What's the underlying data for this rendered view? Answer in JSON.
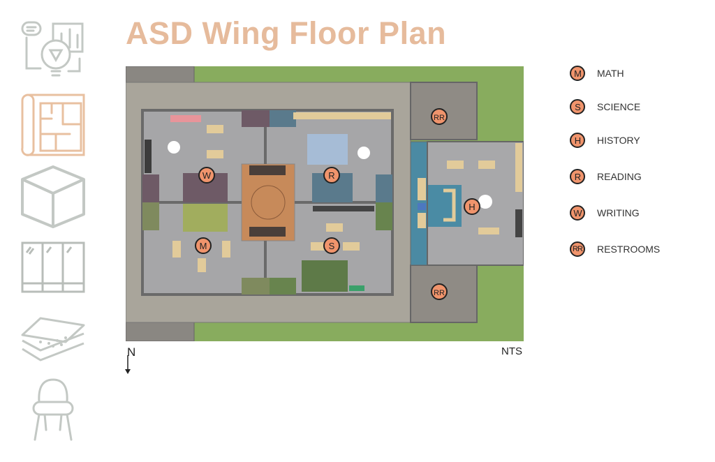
{
  "title": "ASD Wing Floor Plan",
  "scale_note": "NTS",
  "north_label": "N",
  "colors": {
    "title": "#e6bb9c",
    "marker_fill": "#f0946c",
    "marker_border": "#222222",
    "icon_gray": "#c3c8c4",
    "icon_accent": "#e8c0a0"
  },
  "sidebar_icons": [
    "ideas-icon",
    "blueprint-icon",
    "box-icon",
    "window-icon",
    "layers-icon",
    "chair-icon"
  ],
  "plan_markers": {
    "writing": "W",
    "reading": "R",
    "math": "M",
    "science": "S",
    "history": "H",
    "restroom_top": "RR",
    "restroom_bottom": "RR"
  },
  "legend": [
    {
      "code": "M",
      "label": "MATH"
    },
    {
      "code": "S",
      "label": "SCIENCE"
    },
    {
      "code": "H",
      "label": "HISTORY"
    },
    {
      "code": "R",
      "label": "READING"
    },
    {
      "code": "W",
      "label": "WRITING"
    },
    {
      "code": "RR",
      "label": "RESTROOMS"
    }
  ]
}
